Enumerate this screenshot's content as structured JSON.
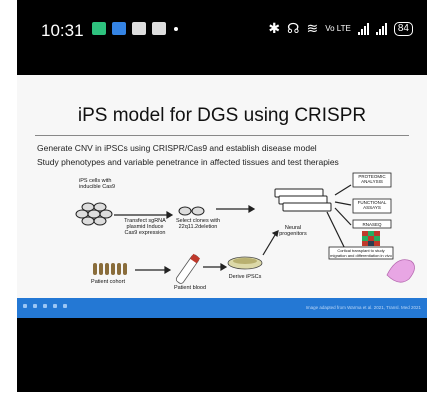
{
  "status_bar": {
    "time": "10:31",
    "net_label": "Vo LTE",
    "battery": "84"
  },
  "slide": {
    "title": "iPS model for DGS using CRISPR",
    "bullets": [
      "Generate CNV in iPSCs using CRISPR/Cas9 and establish disease model",
      "Study phenotypes and variable penetrance in affected tissues and test therapies"
    ],
    "labels": {
      "ips_cells": "iPS cells with inducible Cas9",
      "transfect": "Transfect sgRNA plasmid Induce Cas9 expression",
      "select": "Select clones with 22q11.2deletion",
      "neural": "Neural progenitors",
      "proteomic": "PROTEOMIC ANALYSIS",
      "functional": "FUNCTIONAL ASSAYS",
      "rnaseq": "RNASEQ",
      "cortical": "Cortical transplant to study migration and differentiation in vivo",
      "cohort": "Patient cohort",
      "blood": "Patient blood",
      "derive": "Derive iPSCs"
    }
  },
  "player": {
    "credit": "Image adapted from Warma et al. 2021, Transl. Med 2021"
  },
  "colors": {
    "accent": "#2478d4",
    "slide_bg": "#f7f7f7",
    "phone_bg": "#000000"
  }
}
